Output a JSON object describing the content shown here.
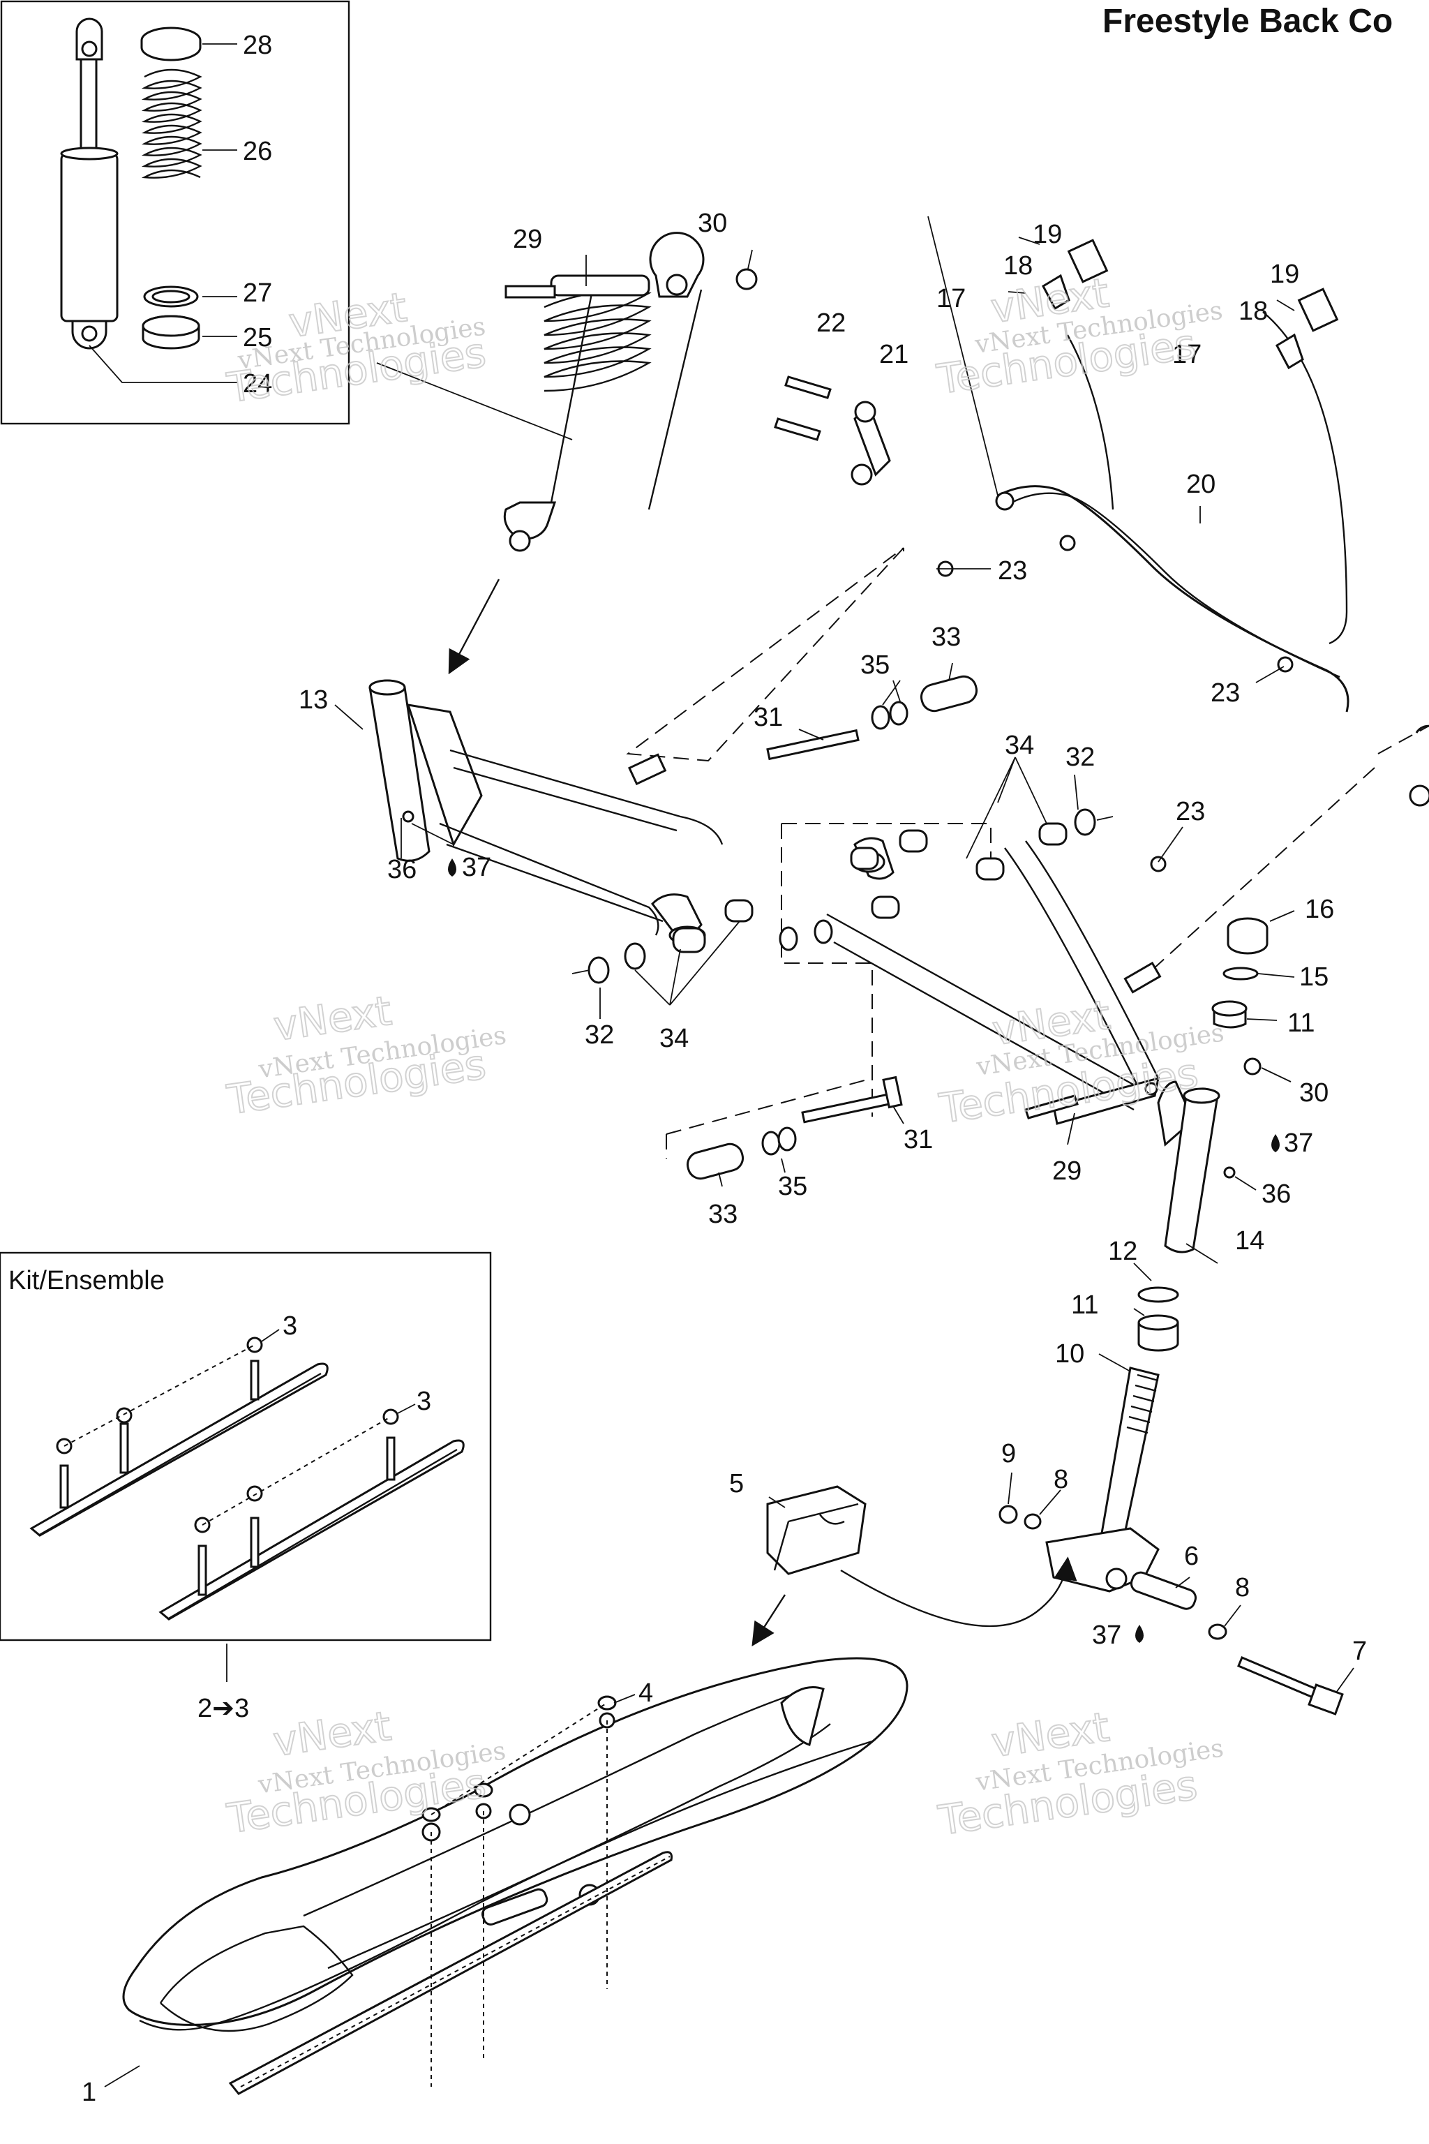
{
  "title": "Freestyle Back Co",
  "kit_label": "Kit/Ensemble",
  "kit_ref": "2➔3",
  "watermark": {
    "line1": "vNext Technologies",
    "line2": "vNext",
    "line3": "Technologies"
  },
  "callouts": {
    "c28": "28",
    "c26": "26",
    "c27": "27",
    "c25": "25",
    "c24": "24",
    "c29a": "29",
    "c30a": "30",
    "c22": "22",
    "c21": "21",
    "c19a": "19",
    "c18a": "18",
    "c17a": "17",
    "c19b": "19",
    "c18b": "18",
    "c17b": "17",
    "c20": "20",
    "c23a": "23",
    "c23b": "23",
    "c23c": "23",
    "c13": "13",
    "c36a": "36",
    "c37a": "37",
    "c31a": "31",
    "c35a": "35",
    "c33a": "33",
    "c34a": "34",
    "c32a": "32",
    "c32b": "32",
    "c34b": "34",
    "c16": "16",
    "c15": "15",
    "c11a": "11",
    "c30b": "30",
    "c31b": "31",
    "c35b": "35",
    "c33b": "33",
    "c29b": "29",
    "c37b": "37",
    "c36b": "36",
    "c14": "14",
    "c12": "12",
    "c11b": "11",
    "c10": "10",
    "c9": "9",
    "c8a": "8",
    "c6": "6",
    "c8b": "8",
    "c7": "7",
    "c37c": "37",
    "c5": "5",
    "c4": "4",
    "c1": "1",
    "c3a": "3",
    "c3b": "3"
  },
  "colors": {
    "ink": "#111111",
    "watermark": "#bdbdbd",
    "background": "#ffffff"
  },
  "icons": {
    "oil_drop": "oil-drop-icon",
    "arrow": "arrow-right-icon"
  }
}
